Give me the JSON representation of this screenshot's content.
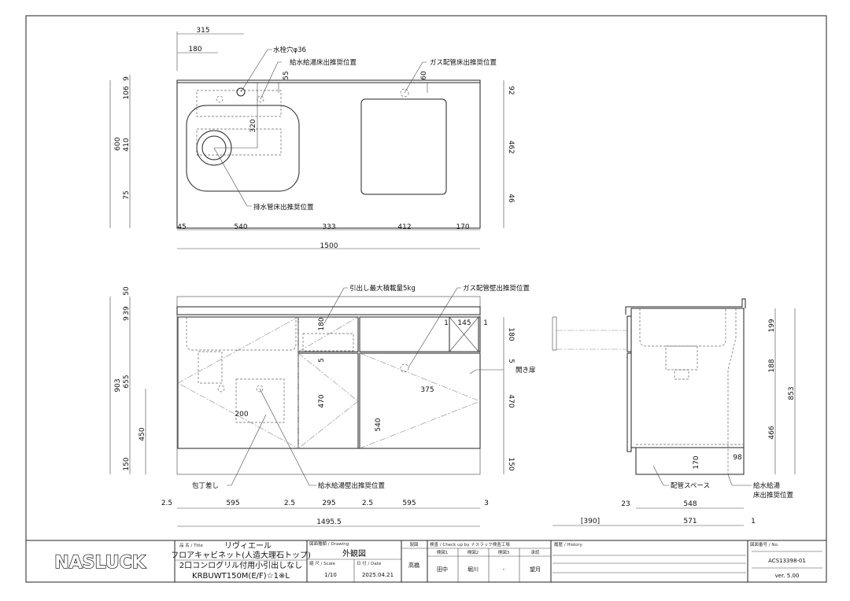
{
  "top_view": {
    "dims_top": [
      "315",
      "180"
    ],
    "dims_left": {
      "total": "600",
      "parts": [
        "9",
        "106",
        "410",
        "75"
      ]
    },
    "dims_right": [
      "92",
      "462",
      "46"
    ],
    "dims_bottom": [
      "45",
      "540",
      "333",
      "412",
      "170"
    ],
    "dims_total": "1500",
    "dims_inner": [
      "55",
      "60",
      "320"
    ],
    "labels": {
      "faucet_hole": "水栓穴φ36",
      "water_floor": "給水給湯床出推奨位置",
      "gas_floor": "ガス配管床出推奨位置",
      "drain_floor": "排水管床出推奨位置"
    }
  },
  "front_view": {
    "dims_left": {
      "total": "903",
      "parts": [
        "50",
        "9",
        "39",
        "655",
        "150"
      ],
      "inner": "450"
    },
    "dims_right": [
      "180",
      "5",
      "470",
      "150"
    ],
    "dims_inner": [
      "180",
      "5",
      "470",
      "540",
      "375",
      "200",
      "1",
      "145",
      "1"
    ],
    "dims_bottom": [
      "2.5",
      "595",
      "2.5",
      "295",
      "2.5",
      "595",
      "3"
    ],
    "dims_total": "1495.5",
    "labels": {
      "drawer_load": "引出し最大積載量5kg",
      "gas_wall": "ガス配管壁出推奨位置",
      "swing_door": "開き扉",
      "knife_holder": "包丁差し",
      "water_wall": "給水給湯壁出推奨位置"
    }
  },
  "side_view": {
    "dims_right": [
      "199",
      "188",
      "466"
    ],
    "dims_total": "853",
    "dims_inner": [
      "170",
      "98"
    ],
    "dims_bottom": [
      "23",
      "548",
      "[390]",
      "571",
      "1"
    ],
    "labels": {
      "pipe_space": "配管スペース",
      "water_floor_1": "給水給湯",
      "water_floor_2": "床出推奨位置"
    }
  },
  "title_block": {
    "logo": "NASLUCK",
    "title_label": "品 名 / Title",
    "title_lines": [
      "リヴィエール",
      "フロアキャビネット(人造大理石トップ)",
      "2口コンログリル付用小引出しなし",
      "KRBUWT150M(E/F)☆1※L"
    ],
    "drawing_label": "図面種類 / Drawing",
    "drawing_value": "外観図",
    "scale_label": "縮 尺 / Scale",
    "scale_value": "1/10",
    "date_label": "日 付 / Date",
    "date_value": "2025.04.21",
    "drafter_label": "製図",
    "drafter_value": "高橋",
    "check_label": "検査 / Check up by ナスラック検査工場",
    "check_cols": [
      {
        "label": "検図1",
        "value": "田中"
      },
      {
        "label": "検図2",
        "value": "堀川"
      },
      {
        "label": "検図3",
        "value": "-"
      },
      {
        "label": "承認",
        "value": "望月"
      }
    ],
    "history_label": "履歴 / History",
    "no_label": "図面番号 / No.",
    "no_value": "ACS13398-01",
    "version": "ver. 5.00"
  }
}
